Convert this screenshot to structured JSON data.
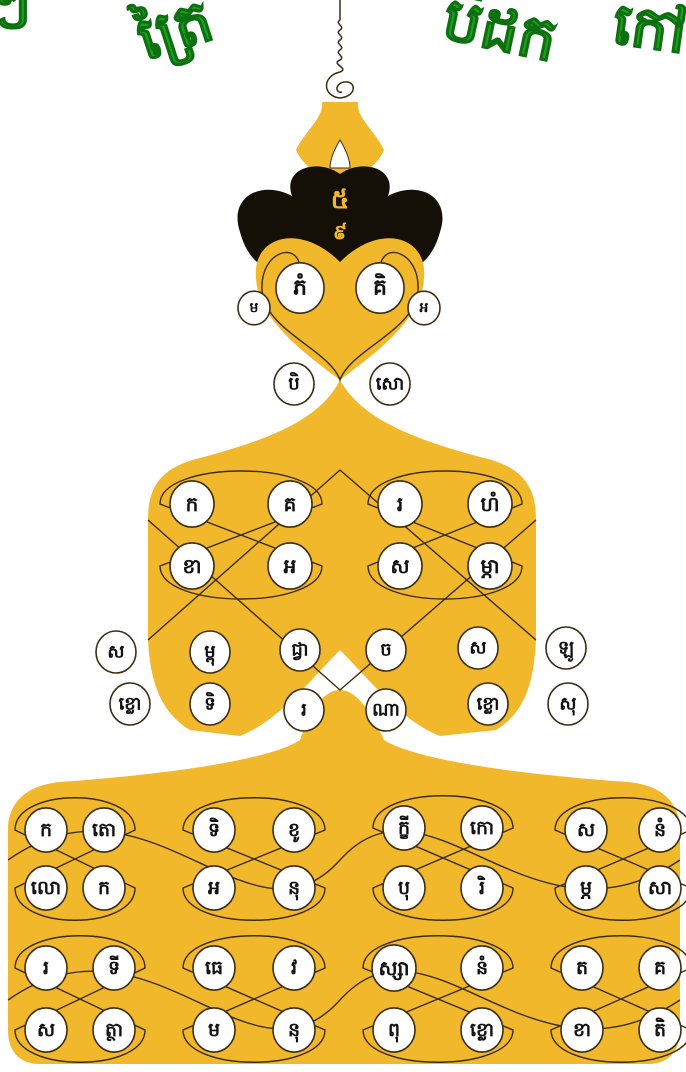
{
  "heading": {
    "segments": [
      "ៗ",
      "ត្រៃ",
      "បិដក",
      "កៅ"
    ]
  },
  "crown": {
    "numeral": "៥",
    "sub": "៩"
  },
  "colors": {
    "gold": "#f1b82b",
    "crown": "#141008",
    "green": "#19a11c",
    "ink": "#3c2d12"
  },
  "tiers": {
    "top": [
      "ភំ",
      "គិ",
      "ម",
      "អ",
      "បិ",
      "សោ"
    ],
    "second": [
      "ក",
      "គ",
      "រ",
      "ហំ",
      "ខា",
      "អ",
      "ស",
      "ម្ភា"
    ],
    "third": [
      "ស",
      "ម្ពុ",
      "ជ្វា",
      "ច",
      "ស",
      "ឡូ",
      "ខ្លោ",
      "ទិ",
      "រ",
      "ណា",
      "ខ្លោ",
      "សុ"
    ],
    "fourth": [
      "ក",
      "តោ",
      "ទិ",
      "ខូ",
      "ក្ខី",
      "កោ",
      "ស",
      "នំ",
      "លោ",
      "ក",
      "អ",
      "នុ",
      "បុ",
      "រិ",
      "ម្ភ",
      "សា"
    ],
    "fifth": [
      "រ",
      "ទី",
      "ធេ",
      "វ",
      "ស្សា",
      "នំ",
      "ត",
      "គ",
      "ស",
      "ត្ថា",
      "ម",
      "នុ",
      "ពុ",
      "ខ្លោ",
      "ខា",
      "តិ"
    ]
  }
}
